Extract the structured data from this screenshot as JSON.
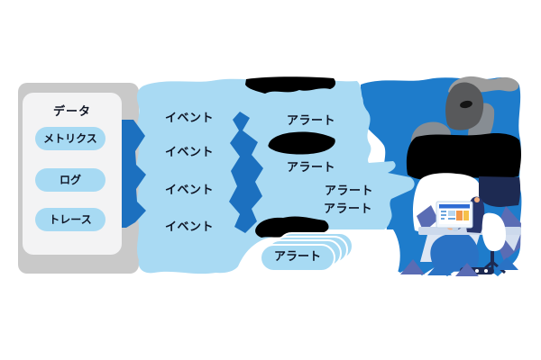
{
  "diagram": {
    "source_panel": {
      "title": "データ",
      "items": [
        {
          "label": "メトリクス"
        },
        {
          "label": "ログ"
        },
        {
          "label": "トレース"
        }
      ]
    },
    "events": [
      {
        "label": "イベント"
      },
      {
        "label": "イベント"
      },
      {
        "label": "イベント"
      },
      {
        "label": "イベント"
      }
    ],
    "alerts": [
      {
        "label": "アラート"
      },
      {
        "label": "アラート"
      },
      {
        "label": "アラート"
      },
      {
        "label": "アラート"
      }
    ],
    "alert_stack": {
      "label": "アラート",
      "layers": 4
    }
  },
  "icons": {
    "operator_illustration": "person-at-desk-monitoring-dashboard",
    "redaction_blobs": "black-scribble-shapes"
  },
  "colors": {
    "gray_band": "#c9c9c9",
    "card_bg": "#f3f3f4",
    "pill_blue": "#a7daf3",
    "cloud_blue": "#a9daf3",
    "arrow_blue": "#1c70bf",
    "region_blue": "#1e7ccb",
    "black": "#000000",
    "navy": "#27356b",
    "slate": "#5a6cb4",
    "desk": "#ccd9ec",
    "dashboard_orange": "#f2994a",
    "dashboard_yellow": "#f6c14a",
    "skin": "#f4b183",
    "text": "#0e1424"
  }
}
